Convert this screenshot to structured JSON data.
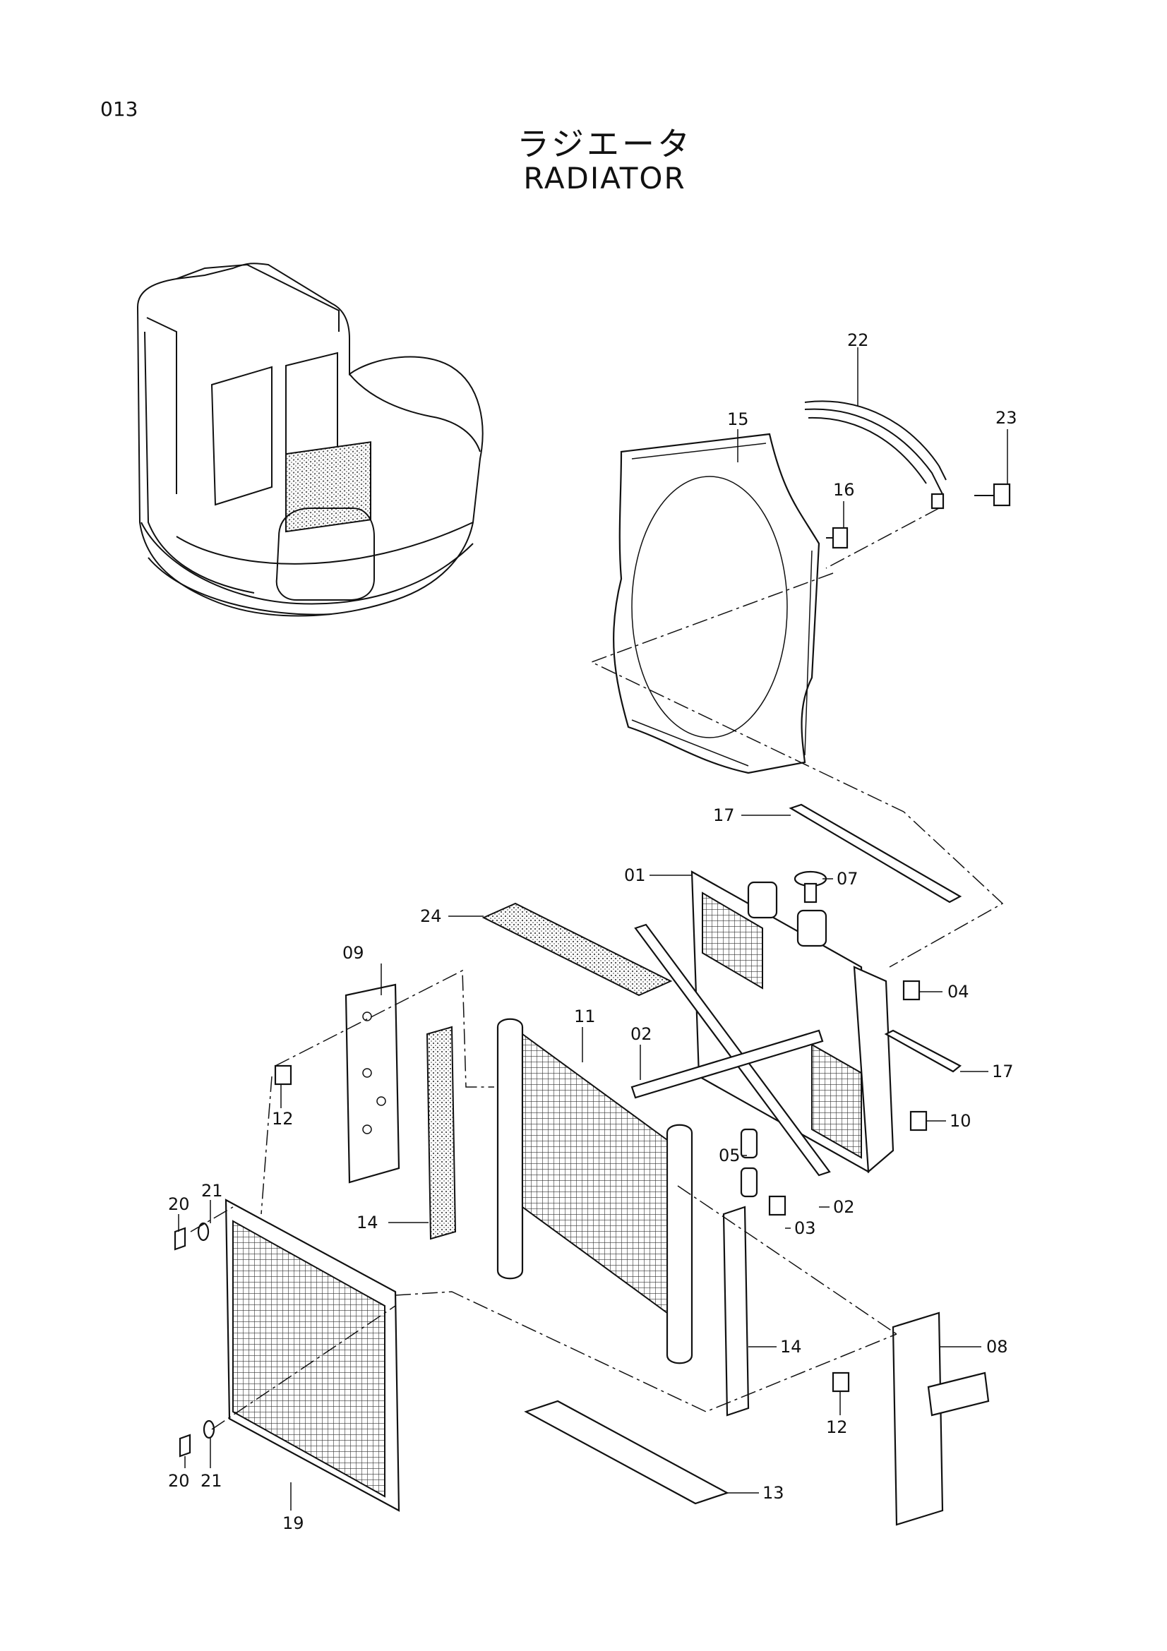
{
  "page": {
    "number": "013"
  },
  "title": {
    "japanese": "ラジエータ",
    "english": "RADIATOR"
  },
  "callouts": {
    "c01": "01",
    "c02a": "02",
    "c02b": "02",
    "c03": "03",
    "c04": "04",
    "c05": "05",
    "c07": "07",
    "c08": "08",
    "c09": "09",
    "c10": "10",
    "c11": "11",
    "c12a": "12",
    "c12b": "12",
    "c13": "13",
    "c14a": "14",
    "c14b": "14",
    "c15": "15",
    "c16": "16",
    "c17a": "17",
    "c17b": "17",
    "c19": "19",
    "c20a": "20",
    "c20b": "20",
    "c21a": "21",
    "c21b": "21",
    "c22": "22",
    "c23": "23",
    "c24": "24"
  }
}
